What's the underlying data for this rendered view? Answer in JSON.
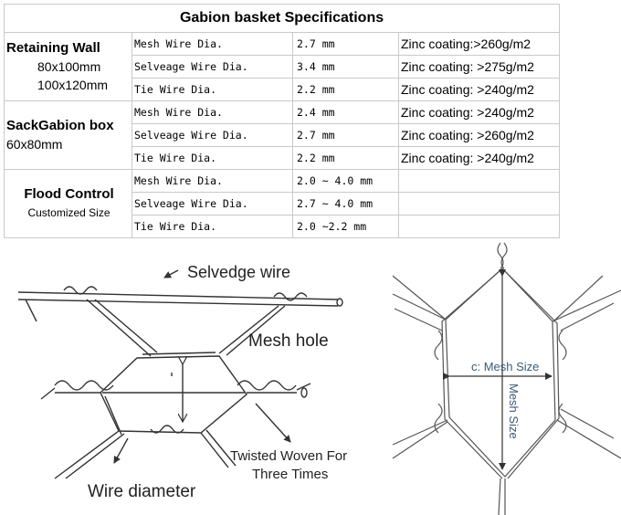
{
  "table": {
    "title": "Gabion basket Specifications",
    "groups": [
      {
        "name": "Retaining Wall",
        "sizes": [
          "80x100mm",
          "100x120mm"
        ],
        "rows": [
          {
            "param": "Mesh Wire Dia.",
            "value": "2.7 mm",
            "zinc": "Zinc coating:>260g/m2"
          },
          {
            "param": "Selveage Wire Dia.",
            "value": "3.4 mm",
            "zinc": "Zinc coating: >275g/m2"
          },
          {
            "param": "Tie Wire Dia.",
            "value": "2.2 mm",
            "zinc": "Zinc coating: >240g/m2"
          }
        ]
      },
      {
        "name": "SackGabion box",
        "sizes": [
          "60x80mm"
        ],
        "rows": [
          {
            "param": "Mesh Wire Dia.",
            "value": "2.4 mm",
            "zinc": "Zinc coating: >240g/m2"
          },
          {
            "param": "Selveage Wire Dia.",
            "value": "2.7 mm",
            "zinc": "Zinc coating: >260g/m2"
          },
          {
            "param": "Tie Wire Dia.",
            "value": "2.2 mm",
            "zinc": "Zinc coating: >240g/m2"
          }
        ]
      },
      {
        "name": "Flood Control",
        "sizes": [
          "Customized Size"
        ],
        "rows": [
          {
            "param": "Mesh Wire Dia.",
            "value": "2.0 ~ 4.0 mm",
            "zinc": ""
          },
          {
            "param": "Selveage Wire Dia.",
            "value": "2.7 ~ 4.0 mm",
            "zinc": ""
          },
          {
            "param": "Tie Wire Dia.",
            "value": "2.0 ~2.2 mm",
            "zinc": ""
          }
        ]
      }
    ]
  },
  "diagram": {
    "selvedge_label": "Selvedge wire",
    "mesh_hole_label": "Mesh hole",
    "twisted_label_line1": "Twisted Woven For",
    "twisted_label_line2": "Three Times",
    "wire_diameter_label": "Wire diameter",
    "mesh_size_c_label": "c: Mesh Size",
    "mesh_size_vertical_label": "Mesh Size"
  },
  "colors": {
    "line": "#333333",
    "blue_label": "#3a5a7a"
  }
}
